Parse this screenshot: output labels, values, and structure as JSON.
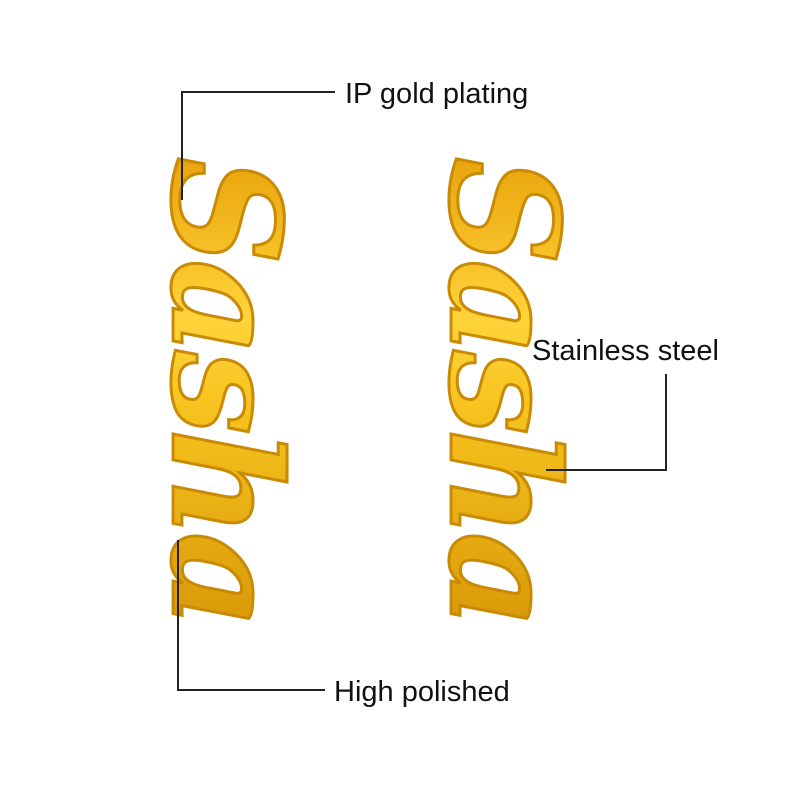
{
  "product": {
    "name_on_earrings": "Sasha",
    "gold_color": "#F2B817",
    "gold_highlight": "#FFE066",
    "gold_shadow": "#C98A05",
    "line_color": "#222222"
  },
  "callouts": {
    "ip_gold_plating": "IP gold plating",
    "stainless_steel": "Stainless steel",
    "high_polished": "High polished"
  }
}
